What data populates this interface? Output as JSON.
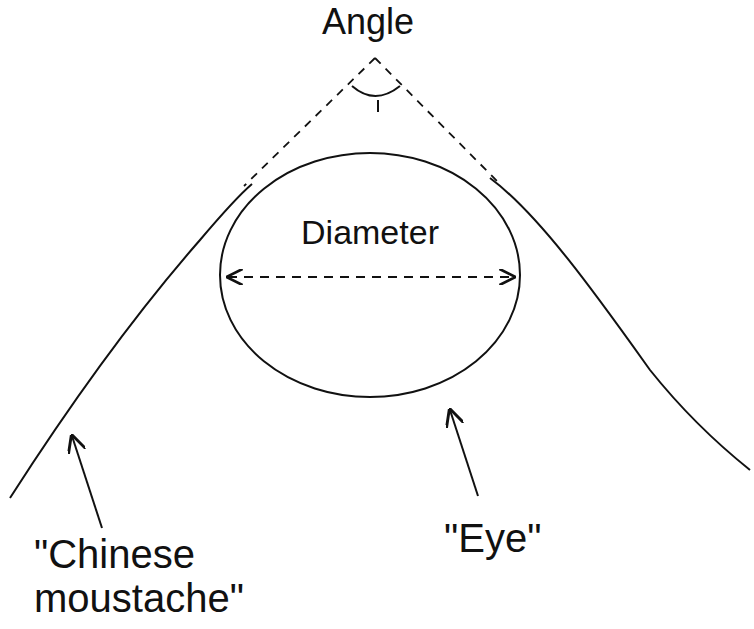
{
  "diagram": {
    "nodes": [
      {
        "text": [
          "Diameter"
        ]
      }
    ],
    "labels": [
      "Angle",
      "\"Chinese moustache\"",
      "\"Eye\""
    ]
  }
}
